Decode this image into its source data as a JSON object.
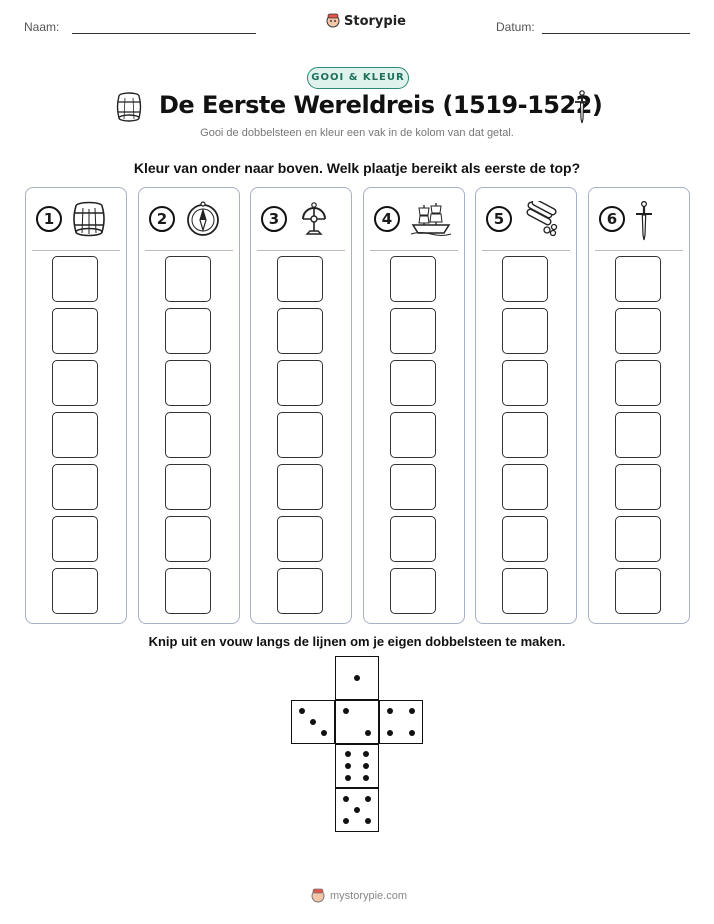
{
  "header": {
    "name_label": "Naam:",
    "date_label": "Datum:",
    "brand": "Storypie"
  },
  "badge": "GOOI & KLEUR",
  "title": "De Eerste Wereldreis (1519-1522)",
  "subtitle": "Gooi de dobbelsteen en kleur een vak in de kolom van dat getal.",
  "instruction": "Kleur van onder naar boven. Welk plaatje bereikt als eerste de top?",
  "columns": [
    {
      "number": "1",
      "icon": "barrel-icon"
    },
    {
      "number": "2",
      "icon": "compass-icon"
    },
    {
      "number": "3",
      "icon": "astrolabe-icon"
    },
    {
      "number": "4",
      "icon": "galleon-ship-icon"
    },
    {
      "number": "5",
      "icon": "spice-bundle-icon"
    },
    {
      "number": "6",
      "icon": "sword-icon"
    }
  ],
  "cells_per_column": 7,
  "die_instruction": "Knip uit en vouw langs de lijnen om je eigen dobbelsteen te maken.",
  "footer": "mystorypie.com"
}
